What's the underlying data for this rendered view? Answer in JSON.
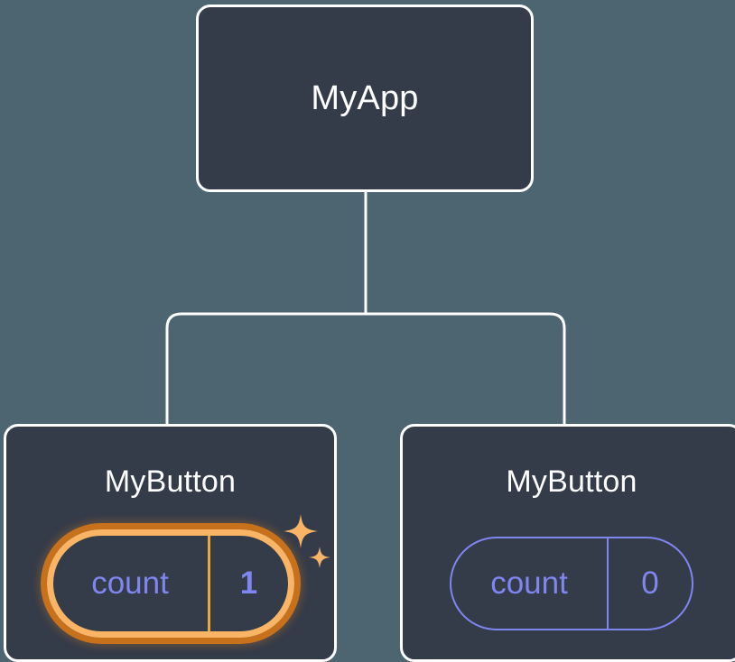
{
  "diagram": {
    "title": "Component tree with state update highlight",
    "type": "component-tree",
    "background_color": "#4c6570",
    "node_fill_color": "#343b49",
    "node_border_color": "#ffffff",
    "connector_color": "#ffffff",
    "state_text_color": "#8086f0",
    "highlight_outer_color": "#c8711c",
    "highlight_inner_color": "#f9b565",
    "sparkle_color": "#f9b565"
  },
  "nodes": {
    "root": {
      "label": "MyApp"
    },
    "children": [
      {
        "label": "MyButton",
        "state": {
          "key": "count",
          "value": "1"
        },
        "highlighted": true,
        "sparkle_count": 2
      },
      {
        "label": "MyButton",
        "state": {
          "key": "count",
          "value": "0"
        },
        "highlighted": false,
        "sparkle_count": 0
      }
    ]
  }
}
